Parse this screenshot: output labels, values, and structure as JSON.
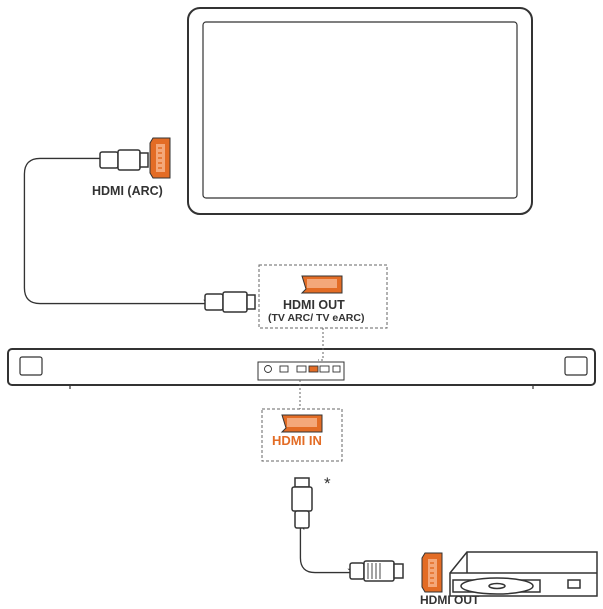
{
  "colors": {
    "accent": "#e36c25",
    "line": "#333333",
    "device_fill": "#ffffff"
  },
  "labels": {
    "tv_hdmi_arc": "HDMI (ARC)",
    "soundbar_hdmi_out": "HDMI OUT",
    "soundbar_hdmi_out_sub": "(TV ARC/ TV eARC)",
    "soundbar_hdmi_in": "HDMI IN",
    "cable_footnote_mark": "*",
    "player_hdmi_out": "HDMI OUT"
  },
  "icons": [
    "tv-icon",
    "soundbar-icon",
    "media-player-icon",
    "hdmi-port-icon",
    "hdmi-plug-icon"
  ]
}
